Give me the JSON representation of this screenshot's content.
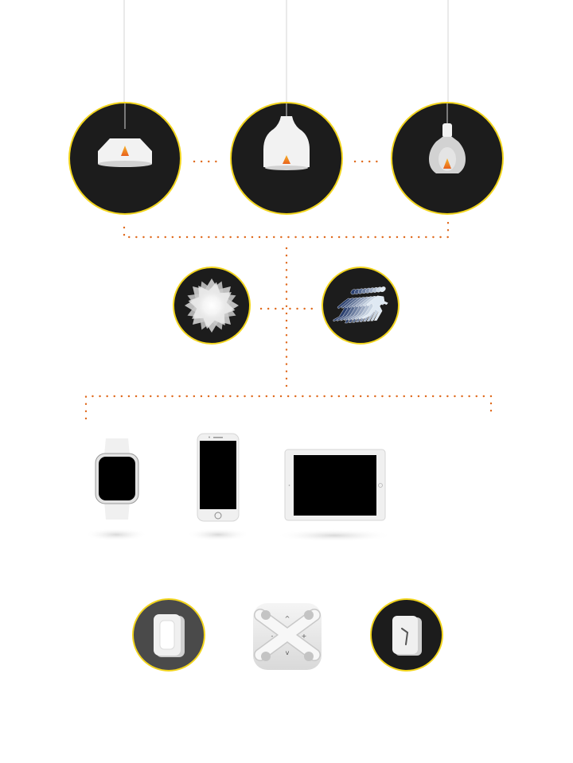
{
  "colors": {
    "background": "#ffffff",
    "node_fill": "#1c1c1c",
    "node_ring": "#f2d51e",
    "connector": "#e06a1d",
    "cord": "#d6d6d6",
    "lamp": "#f2f2f2",
    "lamp_shadow": "#d2d2d2",
    "flame_top": "#f7b52a",
    "flame_bottom": "#e8601c",
    "device_body": "#f0f0f0",
    "device_screen": "#000000",
    "gray_node": "#4a4a4a",
    "remote": "#e6e6e6",
    "runner_start": "#2a3f6e",
    "runner_end": "#dfe9f3"
  },
  "diagram": {
    "lamps": [
      {
        "name": "dome-pendant-lamp",
        "icon": "dome-lamp-icon"
      },
      {
        "name": "bell-pendant-lamp",
        "icon": "bell-lamp-icon"
      },
      {
        "name": "bulb-pendant-lamp",
        "icon": "bulb-lamp-icon"
      }
    ],
    "modes": [
      {
        "name": "ambient-light-mode",
        "icon": "flower-glow-icon"
      },
      {
        "name": "motion-mode",
        "icon": "runner-motion-icon"
      }
    ],
    "devices": [
      {
        "name": "smartwatch",
        "icon": "watch-icon"
      },
      {
        "name": "smartphone",
        "icon": "phone-icon"
      },
      {
        "name": "tablet",
        "icon": "tablet-icon"
      }
    ],
    "controls": [
      {
        "name": "wall-switch",
        "icon": "wall-switch-icon"
      },
      {
        "name": "x-remote",
        "icon": "x-remote-icon",
        "symbols": [
          "^",
          "v",
          "-",
          "+"
        ]
      },
      {
        "name": "dimmer-switch",
        "icon": "dimmer-switch-icon"
      }
    ]
  }
}
